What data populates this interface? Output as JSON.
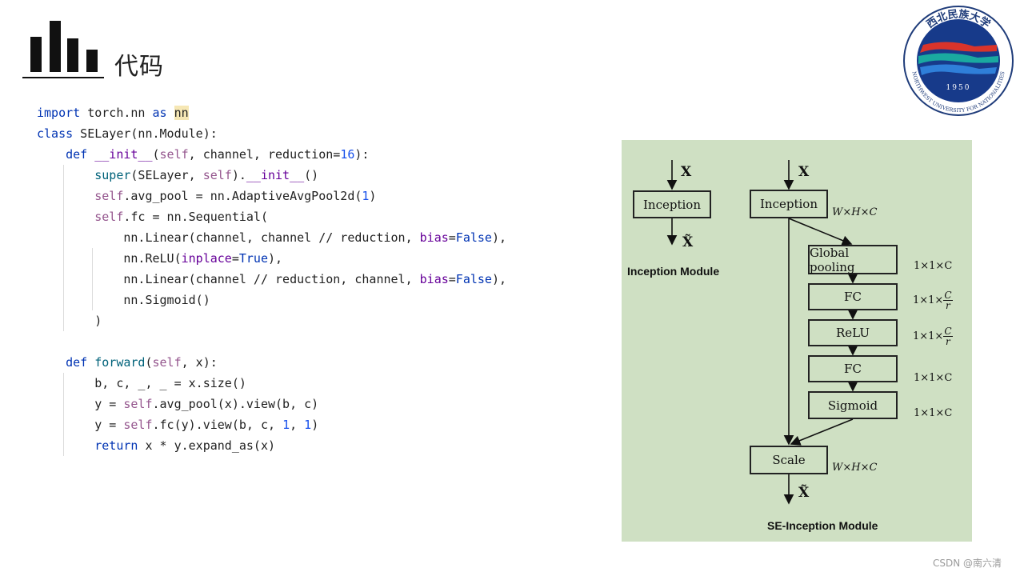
{
  "slide": {
    "title": "代码",
    "watermark": "CSDN @南六清"
  },
  "seal": {
    "name_cn": "西北民族大学",
    "name_en": "NORTHWEST UNIVERSITY FOR NATIONALITIES",
    "year": "1950",
    "colors": {
      "ring": "#1f3c7a",
      "inner": "#173a8a",
      "stripe_red": "#d9342b",
      "stripe_teal": "#1aa9a0",
      "stripe_blue": "#2f7fd9"
    }
  },
  "code": {
    "lines": [
      "import torch.nn as nn",
      "class SELayer(nn.Module):",
      "    def __init__(self, channel, reduction=16):",
      "        super(SELayer, self).__init__()",
      "        self.avg_pool = nn.AdaptiveAvgPool2d(1)",
      "        self.fc = nn.Sequential(",
      "            nn.Linear(channel, channel // reduction, bias=False),",
      "            nn.ReLU(inplace=True),",
      "            nn.Linear(channel // reduction, channel, bias=False),",
      "            nn.Sigmoid()",
      "        )",
      "",
      "    def forward(self, x):",
      "        b, c, _, _ = x.size()",
      "        y = self.avg_pool(x).view(b, c)",
      "        y = self.fc(y).view(b, c, 1, 1)",
      "        return x * y.expand_as(x)"
    ]
  },
  "diagram": {
    "inception_module": {
      "input": "X",
      "box": "Inception",
      "output": "X̃",
      "caption": "Inception Module"
    },
    "se_inception_module": {
      "input": "X",
      "inception": "Inception",
      "inception_dim": "W×H×C",
      "global_pooling": "Global pooling",
      "global_pooling_dim": "1×1×C",
      "fc1": "FC",
      "fc1_dim_prefix": "1×1×",
      "fc1_dim_num": "C",
      "fc1_dim_den": "r",
      "relu": "ReLU",
      "relu_dim_prefix": "1×1×",
      "relu_dim_num": "C",
      "relu_dim_den": "r",
      "fc2": "FC",
      "fc2_dim": "1×1×C",
      "sigmoid": "Sigmoid",
      "sigmoid_dim": "1×1×C",
      "scale": "Scale",
      "scale_dim": "W×H×C",
      "output": "X̃",
      "caption": "SE-Inception Module"
    }
  }
}
